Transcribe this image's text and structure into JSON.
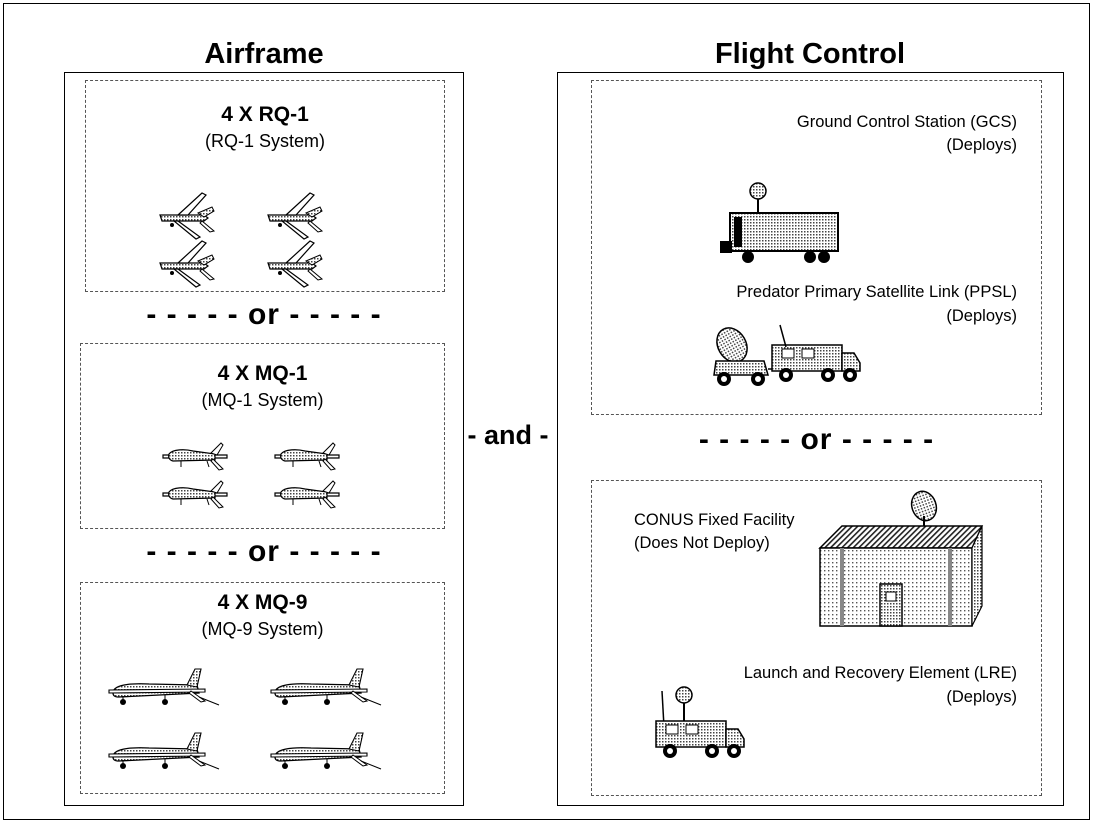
{
  "airframe": {
    "heading": "Airframe",
    "options": [
      {
        "title": "4 X RQ-1",
        "subtitle": "(RQ-1 System)",
        "icon": "rq1-aircraft-icon"
      },
      {
        "title": "4 X MQ-1",
        "subtitle": "(MQ-1 System)",
        "icon": "mq1-aircraft-icon"
      },
      {
        "title": "4 X MQ-9",
        "subtitle": "(MQ-9 System)",
        "icon": "mq9-aircraft-icon"
      }
    ],
    "separator": "- - - - - or - - - - -"
  },
  "connector": "- and -",
  "flight_control": {
    "heading": "Flight Control",
    "deploy_group": {
      "gcs": {
        "line1": "Ground Control Station (GCS)",
        "line2": "(Deploys)",
        "icon": "gcs-trailer-icon"
      },
      "ppsl": {
        "line1": "Predator Primary Satellite Link (PPSL)",
        "line2": "(Deploys)",
        "icon": "satellite-vehicle-icon"
      }
    },
    "separator": "- - - - - or - - - - -",
    "fixed_group": {
      "conus": {
        "line1": "CONUS Fixed Facility",
        "line2": "(Does Not Deploy)",
        "icon": "building-dish-icon"
      },
      "lre": {
        "line1": "Launch and Recovery Element (LRE)",
        "line2": "(Deploys)",
        "icon": "lre-vehicle-icon"
      }
    }
  }
}
